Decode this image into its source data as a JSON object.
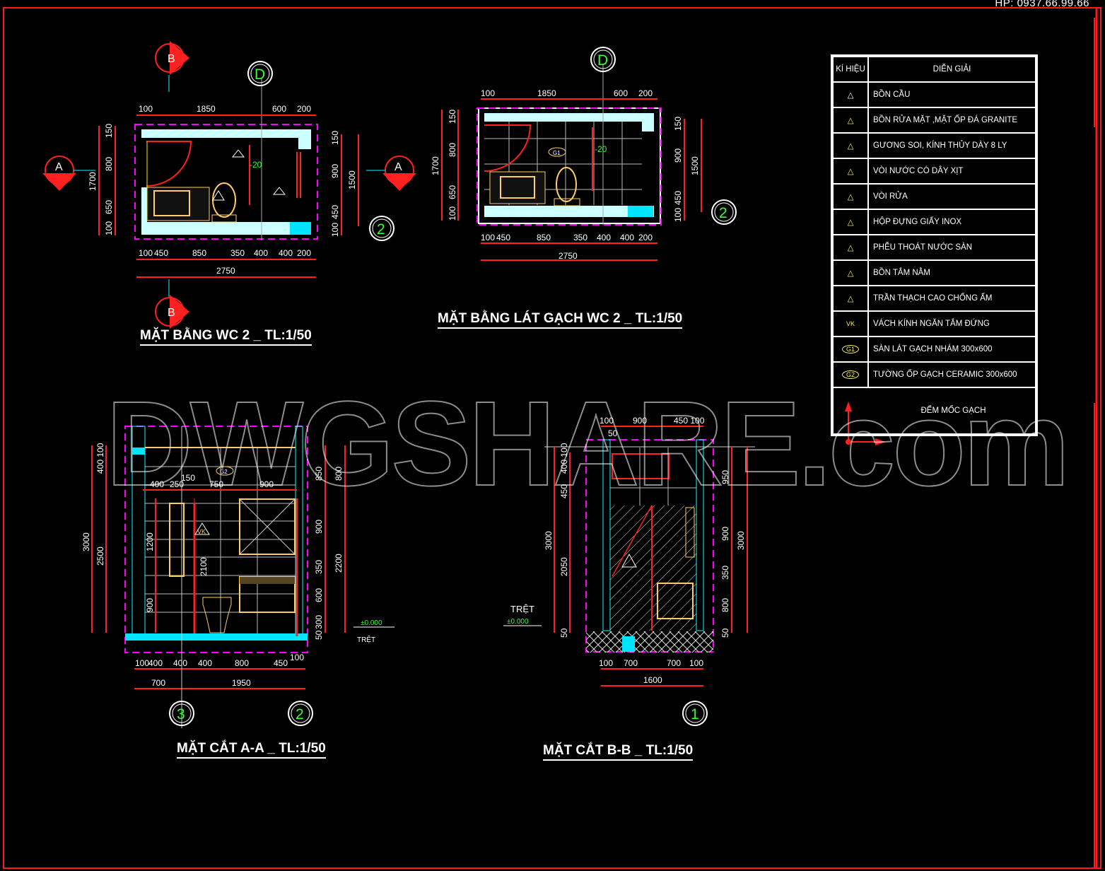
{
  "header": {
    "phone": "HP: 0937.66.99.66"
  },
  "drawings": {
    "plan_wc2": {
      "title": "MẶT BẰNG WC 2 _ TL:1/50",
      "top_dims": [
        "100",
        "1850",
        "600",
        "200"
      ],
      "bottom_dims": [
        "100",
        "450",
        "850",
        "350",
        "400",
        "400",
        "200"
      ],
      "total_width": "2750",
      "left_dims": [
        "150",
        "800",
        "650",
        "100"
      ],
      "left_total": "1700",
      "right_dims": [
        "150",
        "900",
        "450",
        "100"
      ],
      "right_total": "1500",
      "section_markers": [
        "A",
        "A",
        "B",
        "B"
      ],
      "grid_markers": [
        "D",
        "2"
      ],
      "slope_label": "-20"
    },
    "tile_plan_wc2": {
      "title": "MẶT BẰNG LÁT GẠCH WC 2 _ TL:1/50",
      "top_dims": [
        "100",
        "1850",
        "600",
        "200"
      ],
      "bottom_dims": [
        "100",
        "450",
        "850",
        "350",
        "400",
        "400",
        "200"
      ],
      "total_width": "2750",
      "left_dims": [
        "150",
        "800",
        "650",
        "100"
      ],
      "left_total": "1700",
      "right_dims": [
        "150",
        "900",
        "450",
        "100"
      ],
      "right_total": "1500",
      "grid_markers": [
        "D",
        "2"
      ],
      "tile_tag": "G1",
      "slope_label": "-20"
    },
    "section_aa": {
      "title": "MẶT CẮT A-A _ TL:1/50",
      "top_dims": [
        "400",
        "250",
        "150",
        "750",
        "900"
      ],
      "left_dims": [
        "400",
        "100",
        "2500",
        "3000"
      ],
      "inner_dims": [
        "1200",
        "2100",
        "900"
      ],
      "right_dims": [
        "850",
        "900",
        "350",
        "600",
        "300",
        "50"
      ],
      "right_total": [
        "800",
        "2200"
      ],
      "bottom_dims": [
        "100",
        "400",
        "400",
        "400",
        "800",
        "450",
        "100"
      ],
      "bottom_totals": [
        "700",
        "1950"
      ],
      "level_label": "±0.000",
      "level_name": "TRỆT",
      "grid_markers": [
        "3",
        "2"
      ],
      "tags": [
        "G2",
        "VK"
      ]
    },
    "section_bb": {
      "title": "MẶT CẮT B-B _ TL:1/50",
      "top_dims": [
        "100",
        "900",
        "450",
        "100",
        "50"
      ],
      "left_dims": [
        "400",
        "100",
        "450",
        "2050",
        "50"
      ],
      "left_total": "3000",
      "right_dims": [
        "950",
        "900",
        "350",
        "800",
        "50"
      ],
      "right_total": "3000",
      "bottom_dims": [
        "100",
        "700",
        "700",
        "100"
      ],
      "bottom_total": "1600",
      "level_label": "±0.000",
      "level_name": "TRỆT",
      "grid_markers": [
        "1"
      ]
    }
  },
  "legend": {
    "header_symbol": "KÍ HIỆU",
    "header_desc": "DIỄN GIẢI",
    "items": [
      {
        "symbol": "1",
        "desc": "BỒN CẦU"
      },
      {
        "symbol": "2",
        "desc": "BỒN RỬA MẶT ,MẶT ỐP ĐÁ GRANITE"
      },
      {
        "symbol": "3",
        "desc": "GƯƠNG SOI, KÍNH THỦY DÀY 8 LY"
      },
      {
        "symbol": "4",
        "desc": "VÒI NƯỚC CÓ DÂY XỊT"
      },
      {
        "symbol": "5",
        "desc": "VÒI RỬA"
      },
      {
        "symbol": "6",
        "desc": "HỘP ĐỰNG GIẤY INOX"
      },
      {
        "symbol": "7",
        "desc": "PHỄU THOÁT NƯỚC SÀN"
      },
      {
        "symbol": "8",
        "desc": "BỒN TẮM NẰM"
      },
      {
        "symbol": "TR",
        "desc": "TRẦN THẠCH CAO CHỐNG ẨM"
      },
      {
        "symbol": "VK",
        "desc": "VÁCH KÍNH NGĂN TẮM ĐỨNG"
      },
      {
        "symbol": "G1",
        "desc": "SÀN LÁT GẠCH NHÁM 300x600"
      },
      {
        "symbol": "G2",
        "desc": "TƯỜNG ỐP GẠCH CERAMIC 300x600"
      }
    ],
    "marker_label": "ĐỂM MỐC GẠCH"
  },
  "watermark": "DWGSHARE.com",
  "colors": {
    "frame": "#ff1a1a",
    "dim": "#ff2020",
    "wall": "#00ffff",
    "fixture": "#ffcc66",
    "boundary": "#ff00ff",
    "grid_text": "#33ff33"
  }
}
